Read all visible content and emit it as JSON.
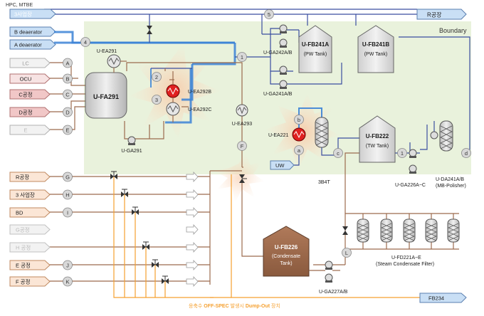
{
  "header": {
    "hpc_label": "HPC, MTBE",
    "boundary_label": "Boundary"
  },
  "left_streams_top": [
    {
      "label": "3사업장",
      "fill": "#c9dff5",
      "stroke": "#5a7fb0",
      "text": "#ffffff"
    },
    {
      "label": "B deaerator",
      "fill": "#c9dff5",
      "stroke": "#5a7fb0",
      "text": "#1a1a1a"
    },
    {
      "label": "A deaerator",
      "fill": "#c9dff5",
      "stroke": "#5a7fb0",
      "text": "#1a1a1a"
    }
  ],
  "right_stream_top": {
    "label": "R공장"
  },
  "left_streams_mid": [
    {
      "label": "LC",
      "tag": "A",
      "fill": "#f2f2f2",
      "stroke": "#b0b0b0",
      "text": "#999999"
    },
    {
      "label": "OCU",
      "tag": "B",
      "fill": "#f7e3e3",
      "stroke": "#b07070",
      "text": "#1a1a1a"
    },
    {
      "label": "C공정",
      "tag": "C",
      "fill": "#f1c7c7",
      "stroke": "#b07070",
      "text": "#1a1a1a"
    },
    {
      "label": "D공정",
      "tag": "D",
      "fill": "#f1c7c7",
      "stroke": "#b07070",
      "text": "#1a1a1a"
    },
    {
      "label": "E",
      "tag": "E",
      "fill": "#f2f2f2",
      "stroke": "#b0b0b0",
      "text": "#bbbbbb"
    }
  ],
  "left_streams_bottom": [
    {
      "label": "R공장",
      "tag": "G",
      "fill": "#fbe6d6",
      "stroke": "#c08a60",
      "text": "#1a1a1a"
    },
    {
      "label": "3 사업장",
      "tag": "H",
      "fill": "#fbe6d6",
      "stroke": "#c08a60",
      "text": "#1a1a1a"
    },
    {
      "label": "BD",
      "tag": "I",
      "fill": "#fbe6d6",
      "stroke": "#c08a60",
      "text": "#1a1a1a"
    },
    {
      "label": "G공정",
      "tag": "",
      "fill": "#f2f2f2",
      "stroke": "#c0c0c0",
      "text": "#bbbbbb"
    },
    {
      "label": "H 공정",
      "tag": "",
      "fill": "#f2f2f2",
      "stroke": "#c0c0c0",
      "text": "#bbbbbb"
    },
    {
      "label": "E 공정",
      "tag": "J",
      "fill": "#fbe6d6",
      "stroke": "#c08a60",
      "text": "#1a1a1a"
    },
    {
      "label": "F 공정",
      "tag": "K",
      "fill": "#fbe6d6",
      "stroke": "#c08a60",
      "text": "#1a1a1a"
    }
  ],
  "equipment": {
    "fa291": "U-FA291",
    "ea291": "U-EA291",
    "ea292b": "U-EA292B",
    "ea292c": "U-EA292C",
    "ga291": "U-GA291",
    "ea293": "U-EA293",
    "fb241a": {
      "name": "U-FB241A",
      "sub": "(PW Tank)"
    },
    "fb241b": {
      "name": "U-FB241B",
      "sub": "(PW Tank)"
    },
    "ga242": "U-GA242A/B",
    "ga241": "U-GA241A/B",
    "ea221": "U-EA221",
    "fb222": {
      "name": "U-FB222",
      "sub": "(TW Tank)"
    },
    "ga226": "U-GA226A~C",
    "da241": "U-DA241A/B",
    "da241_sub": "(MB-Polisher)",
    "fb226": {
      "name": "U-FB226",
      "sub": "(Condensate",
      "sub2": "Tank)"
    },
    "ga227": "U-GA227A/B",
    "fd221": "U-FD221A~E",
    "fd221_sub": "(Steam Condensate Filter)"
  },
  "misc": {
    "uw": "UW",
    "b4t": "3B4T",
    "fb234": "FB234",
    "bottom_note_prefix": "응축수 ",
    "bottom_note_highlight": "OFF-SPEC",
    "bottom_note_mid": " 발생시 ",
    "bottom_note_highlight2": "Dump-Out",
    "bottom_note_suffix": " 장치"
  },
  "node_tags": {
    "n1": "1",
    "n2": "2",
    "n3": "3",
    "n4": "4",
    "n5": "5",
    "a": "a",
    "b": "b",
    "c": "c",
    "d": "d",
    "e": "1",
    "F": "F",
    "L": "L"
  },
  "colors": {
    "boundary_fill": "#e9f2dc",
    "steam_blue": "#3b82d6",
    "condensate_brown": "#9c6b4e",
    "water_navy": "#3a4ea0",
    "hot_red": "#e02020",
    "dump_orange": "#f5a030",
    "tank_fill": "#e4e4e4"
  }
}
